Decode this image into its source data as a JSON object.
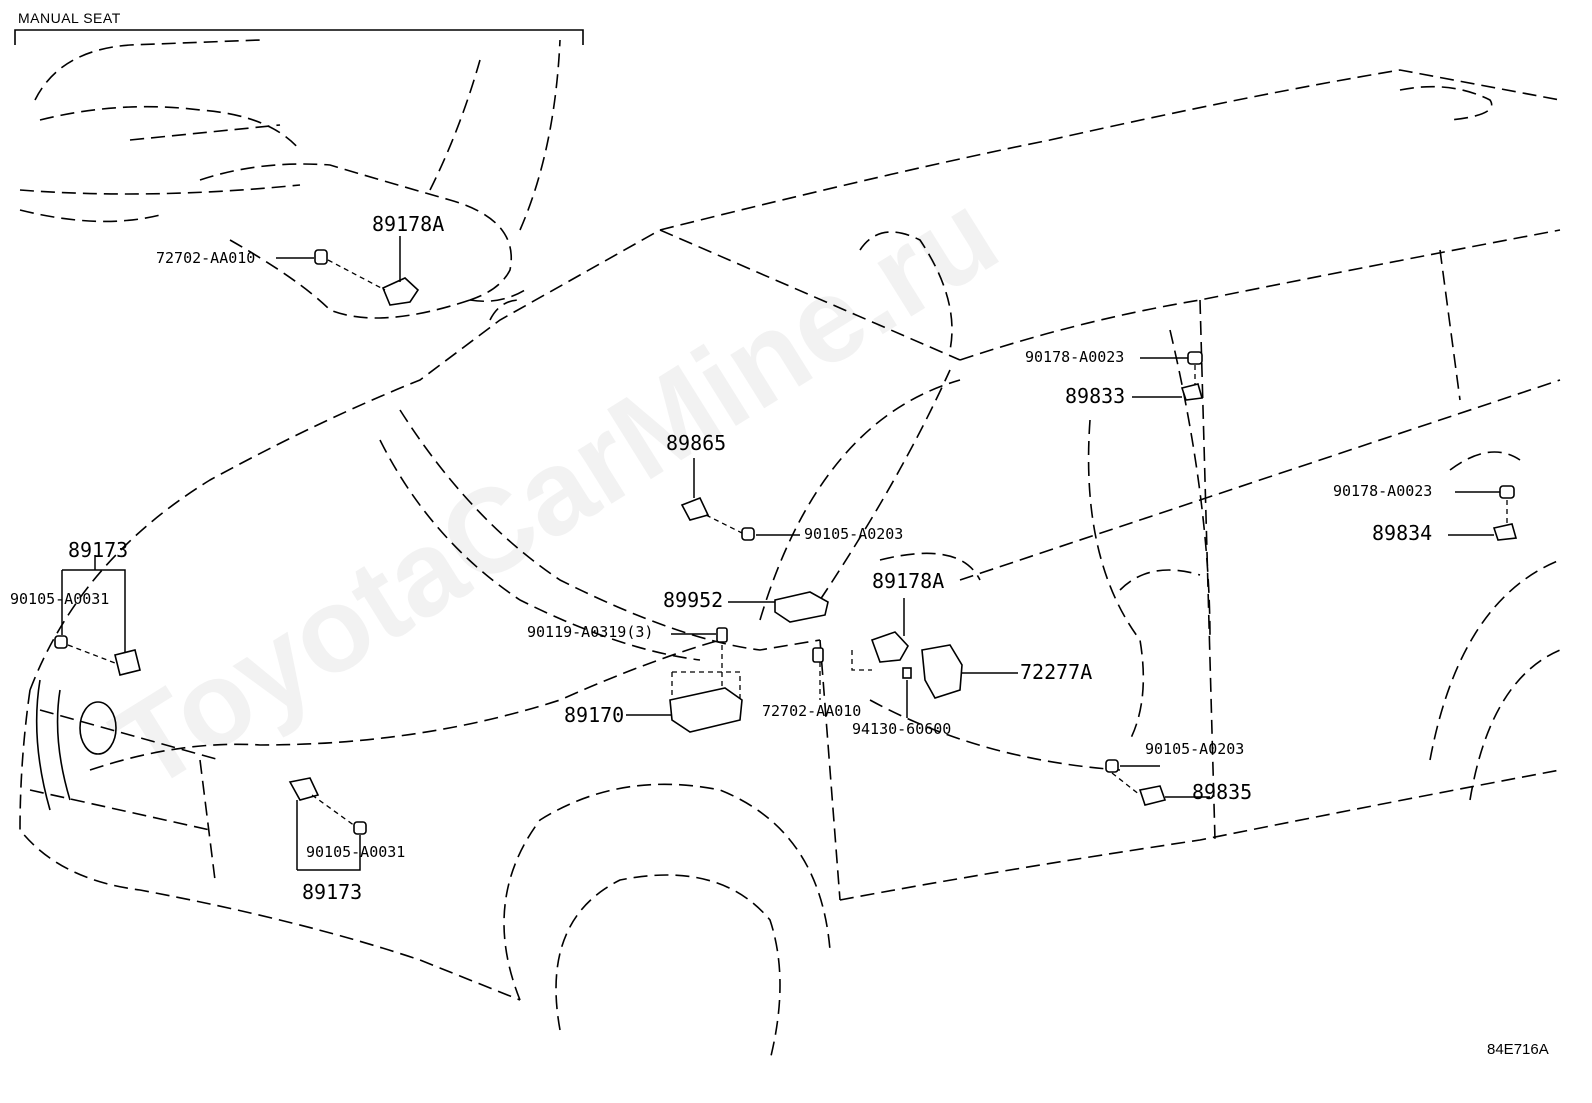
{
  "inset": {
    "title": "MANUAL SEAT"
  },
  "diagram_code": "84E716A",
  "watermark": "ToyotaCarMine.ru",
  "labels": {
    "inset_89178A": "89178A",
    "inset_72702_AA010": "72702-AA010",
    "p89173_top": "89173",
    "p90105_A0031_left": "90105-A0031",
    "p89173_bottom": "89173",
    "p90105_A0031_bottom": "90105-A0031",
    "p89865": "89865",
    "p90105_A0203_top": "90105-A0203",
    "p89952": "89952",
    "p90119_A0319": "90119-A0319(3)",
    "p89170": "89170",
    "p89178A": "89178A",
    "p72702_AA010": "72702-AA010",
    "p94130_60600": "94130-60600",
    "p72277A": "72277A",
    "p90178_A0023_top": "90178-A0023",
    "p89833": "89833",
    "p90178_A0023_right": "90178-A0023",
    "p89834": "89834",
    "p90105_A0203_bottom": "90105-A0203",
    "p89835": "89835"
  }
}
